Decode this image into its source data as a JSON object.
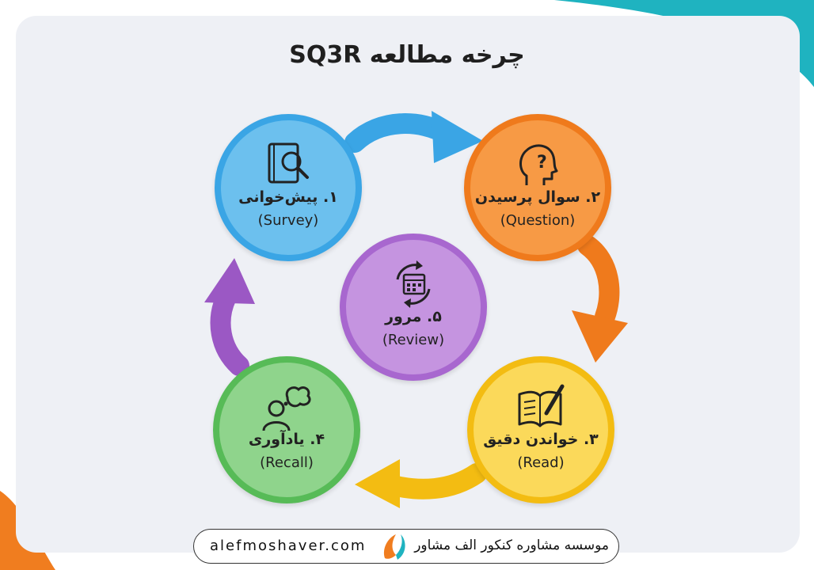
{
  "title": "چرخه مطالعه SQ3R",
  "nodes": [
    {
      "label": "۱. پیش‌خوانی",
      "sub": "(Survey)",
      "icon": "book-magnifier-icon",
      "fill": "#6cc0ee",
      "ring": "#3aa5e5"
    },
    {
      "label": "۲. سوال پرسیدن",
      "sub": "(Question)",
      "icon": "head-question-icon",
      "fill": "#f79a45",
      "ring": "#ef7a1c"
    },
    {
      "label": "۳. خواندن دقیق",
      "sub": "(Read)",
      "icon": "open-book-pencil-icon",
      "fill": "#fbd95a",
      "ring": "#f3bc12"
    },
    {
      "label": "۴. یادآوری",
      "sub": "(Recall)",
      "icon": "person-thought-icon",
      "fill": "#8fd48c",
      "ring": "#57bb57"
    },
    {
      "label": "۵. مرور",
      "sub": "(Review)",
      "icon": "calendar-refresh-icon",
      "fill": "#c594e0",
      "ring": "#a867cf"
    }
  ],
  "arrow_colors": [
    "#3aa5e5",
    "#ef7a1c",
    "#f3bc12",
    "#9b58c4"
  ],
  "footer": {
    "url": "alefmoshaver.com",
    "org": "موسسه مشاوره کنکور الف مشاور"
  }
}
